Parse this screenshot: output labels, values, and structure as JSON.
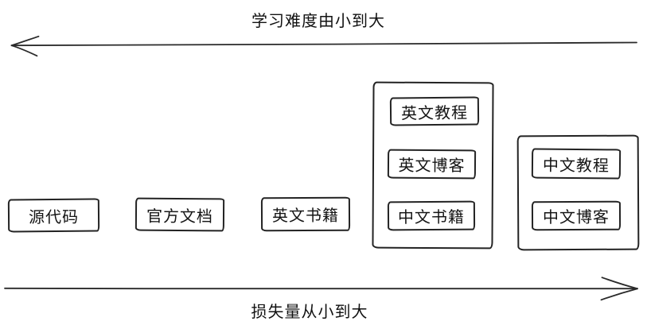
{
  "diagram": {
    "top_arrow": {
      "label": "学习难度由小到大",
      "direction": "left"
    },
    "bottom_arrow": {
      "label": "损失量从小到大",
      "direction": "right"
    },
    "boxes": {
      "source_code": "源代码",
      "official_docs": "官方文档",
      "english_books": "英文书籍",
      "english_tutorials": "英文教程",
      "english_blogs": "英文博客",
      "chinese_books": "中文书籍",
      "chinese_tutorials": "中文教程",
      "chinese_blogs": "中文博客"
    },
    "colors": {
      "stroke": "#232323",
      "background": "#ffffff"
    }
  }
}
